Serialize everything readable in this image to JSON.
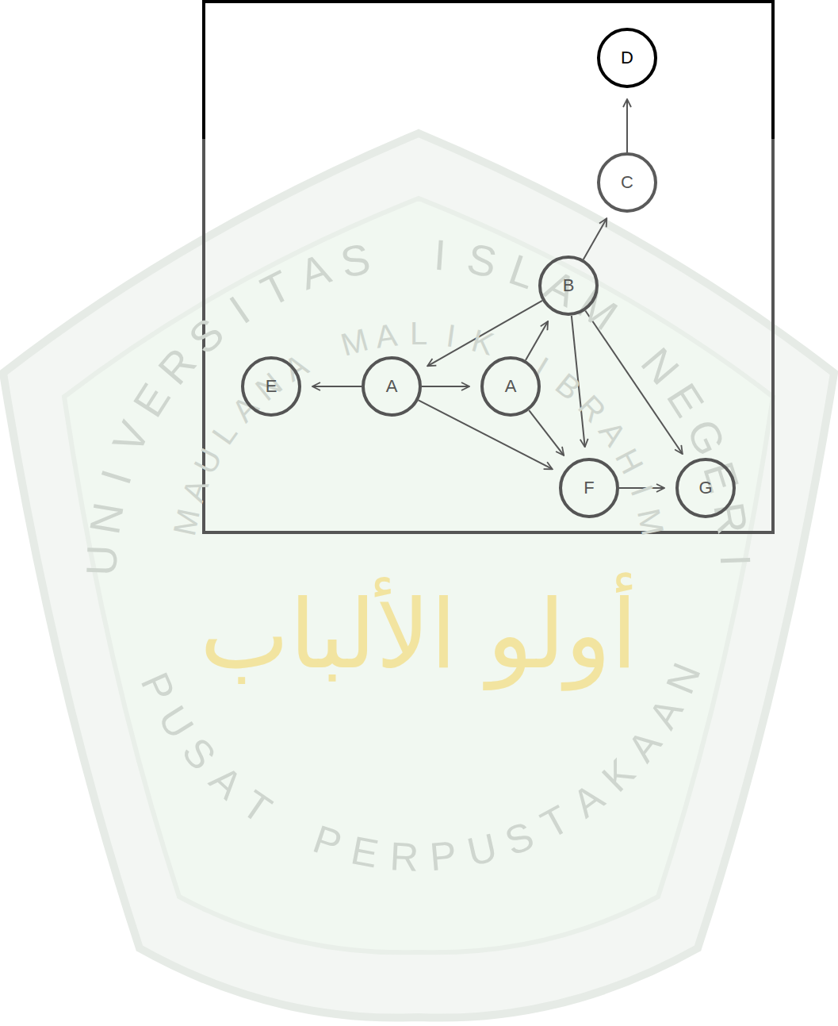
{
  "diagram": {
    "nodes": [
      {
        "text": [
          "D"
        ]
      },
      {
        "text": [
          "C"
        ]
      },
      {
        "text": [
          "B"
        ]
      },
      {
        "text": [
          "E"
        ]
      },
      {
        "text": [
          "A"
        ]
      },
      {
        "text": [
          "A"
        ]
      },
      {
        "text": [
          "F"
        ]
      },
      {
        "text": [
          "G"
        ]
      }
    ],
    "edges": [
      {
        "from": 1,
        "to": 0,
        "arrow": "to"
      },
      {
        "from": 2,
        "to": 1,
        "arrow": "to"
      },
      {
        "from": 2,
        "to": 4,
        "arrow": "to"
      },
      {
        "from": 4,
        "to": 3,
        "arrow": "to"
      },
      {
        "from": 4,
        "to": 5,
        "arrow": "to"
      },
      {
        "from": 5,
        "to": 2,
        "arrow": "to"
      },
      {
        "from": 4,
        "to": 6,
        "arrow": "to"
      },
      {
        "from": 5,
        "to": 6,
        "arrow": "to"
      },
      {
        "from": 2,
        "to": 6,
        "arrow": "to"
      },
      {
        "from": 2,
        "to": 7,
        "arrow": "to"
      },
      {
        "from": 6,
        "to": 7,
        "arrow": "to"
      }
    ],
    "labels": [
      "UNIVERSITAS ISLAM NEGERI",
      "MAULANA MALIK IBRAHIM",
      "PUSAT PERPUSTAKAAN",
      "أولو الألباب"
    ]
  }
}
